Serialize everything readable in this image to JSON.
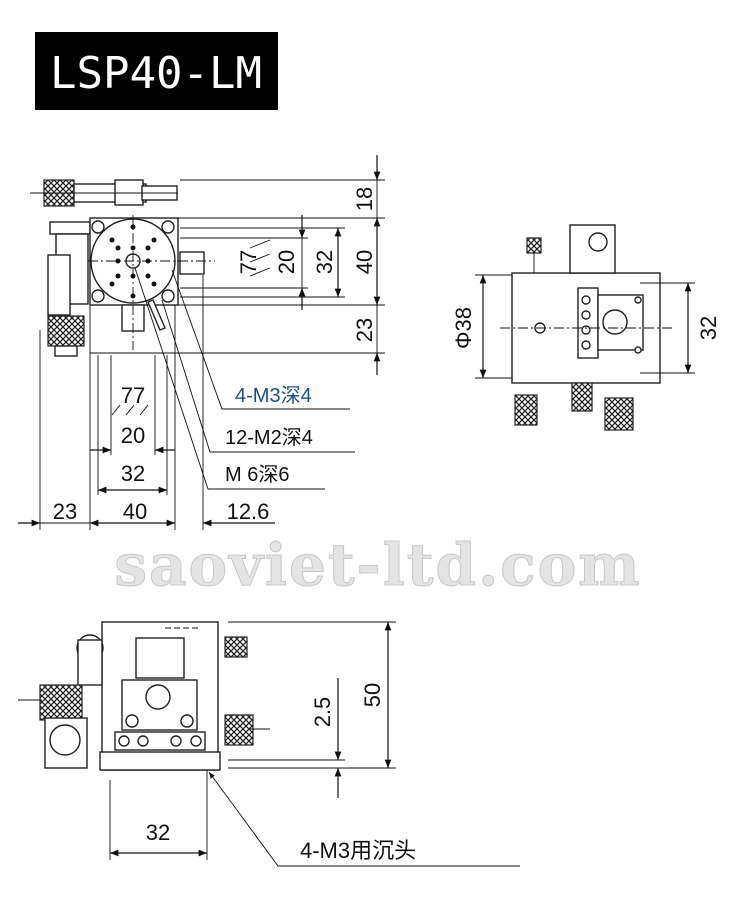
{
  "title": "LSP40-LM",
  "watermark": "saoviet-ltd.com",
  "top_view": {
    "right_dims": {
      "d18": "18",
      "d40": "40",
      "d23": "23",
      "d32": "32",
      "d20": "20",
      "d77": "77"
    },
    "bottom_dims": {
      "d23": "23",
      "d40": "40",
      "d12_6": "12.6",
      "d32": "32",
      "d20": "20",
      "d77": "77"
    },
    "callouts": {
      "m3": "4-M3深4",
      "m2": "12-M2深4",
      "m6": "M 6深6"
    }
  },
  "side_view": {
    "phi38": "Φ38",
    "d32": "32"
  },
  "front_view": {
    "d50": "50",
    "d2_5": "2.5",
    "d32": "32",
    "callout": "4-M3用沉头"
  },
  "colors": {
    "accent_blue": "#1c4f8a",
    "title_bg": "#000000"
  }
}
